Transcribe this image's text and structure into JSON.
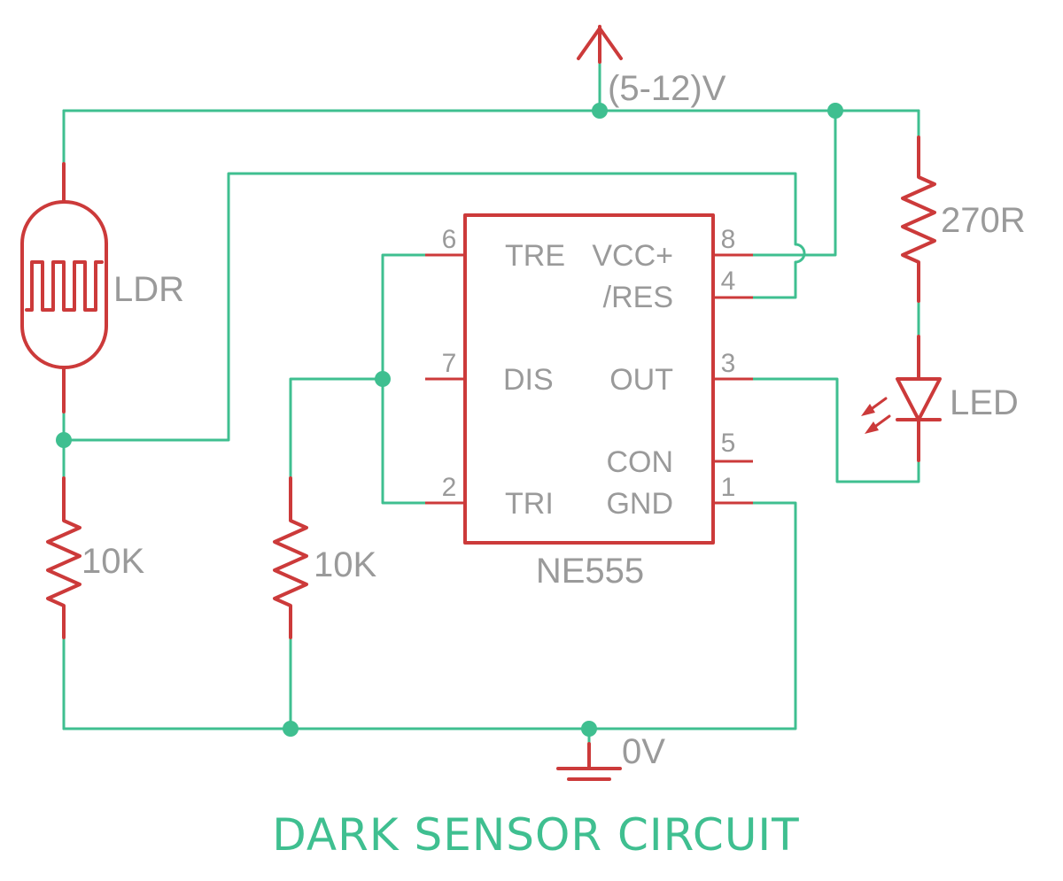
{
  "title": "DARK SENSOR CIRCUIT",
  "colors": {
    "wire": "#3fbf90",
    "component": "#cc3a3a",
    "label": "#9a9a9a"
  },
  "power": {
    "supply_label": "(5-12)V",
    "ground_label": "0V"
  },
  "components": {
    "ldr": {
      "label": "LDR"
    },
    "r_bottom_left": {
      "label": "10K"
    },
    "r_middle": {
      "label": "10K"
    },
    "r_led": {
      "label": "270R"
    },
    "led": {
      "label": "LED"
    },
    "ic": {
      "name": "NE555",
      "pins": [
        {
          "number": "6",
          "function": "TRE"
        },
        {
          "number": "7",
          "function": "DIS"
        },
        {
          "number": "2",
          "function": "TRI"
        },
        {
          "number": "8",
          "function": "VCC+"
        },
        {
          "number": "4",
          "function": "/RES"
        },
        {
          "number": "3",
          "function": "OUT"
        },
        {
          "number": "5",
          "function": "CON"
        },
        {
          "number": "1",
          "function": "GND"
        }
      ]
    }
  }
}
